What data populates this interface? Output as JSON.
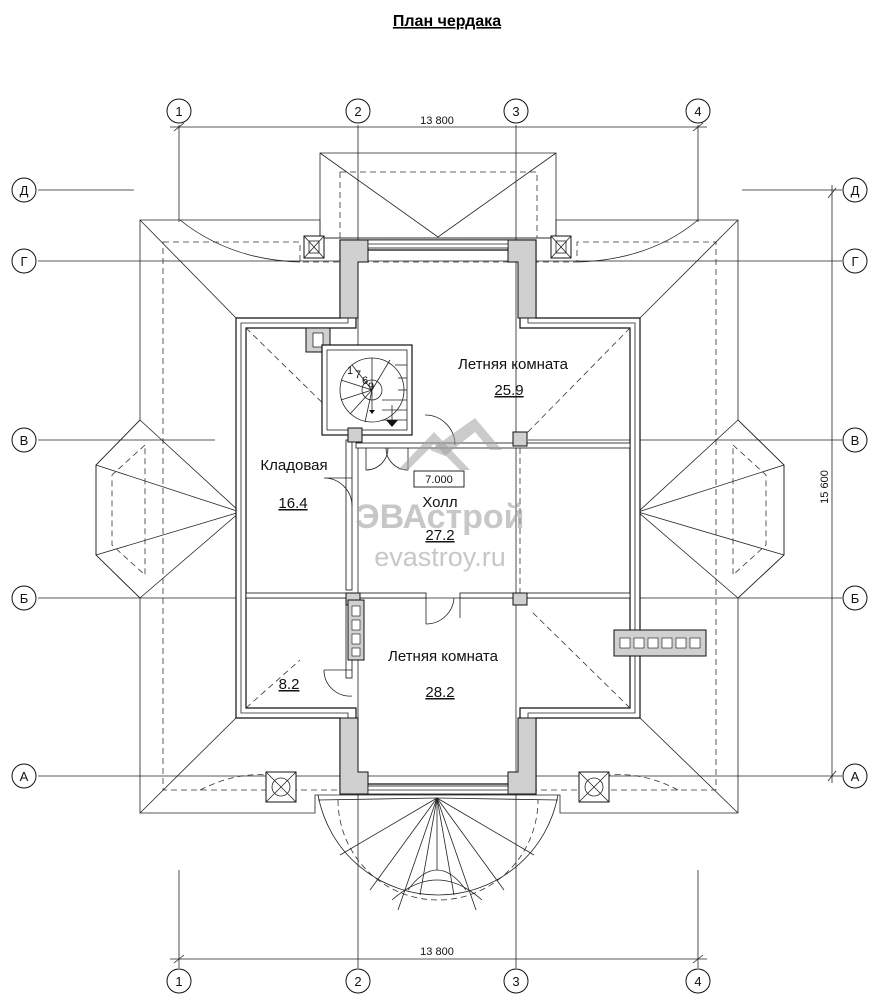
{
  "title": "План чердака",
  "axes_vertical": [
    "1",
    "2",
    "3",
    "4"
  ],
  "axes_horizontal": [
    "Д",
    "Г",
    "В",
    "Б",
    "А"
  ],
  "dimensions": {
    "top": "13 800",
    "bottom": "13 800",
    "right": "15 600"
  },
  "level_mark": "7.000",
  "stair_numbers": [
    "1",
    "7",
    "6",
    "9"
  ],
  "rooms": {
    "north_room": {
      "name": "Летняя комната",
      "area": "25.9"
    },
    "storage": {
      "name": "Кладовая",
      "area": "16.4"
    },
    "hall": {
      "name": "Холл",
      "area": "27.2"
    },
    "south_room": {
      "name": "Летняя комната",
      "area": "28.2"
    },
    "small_room": {
      "area": "8.2"
    }
  },
  "watermark": {
    "brand": "ЭВАстрой",
    "site": "evastroy.ru"
  }
}
